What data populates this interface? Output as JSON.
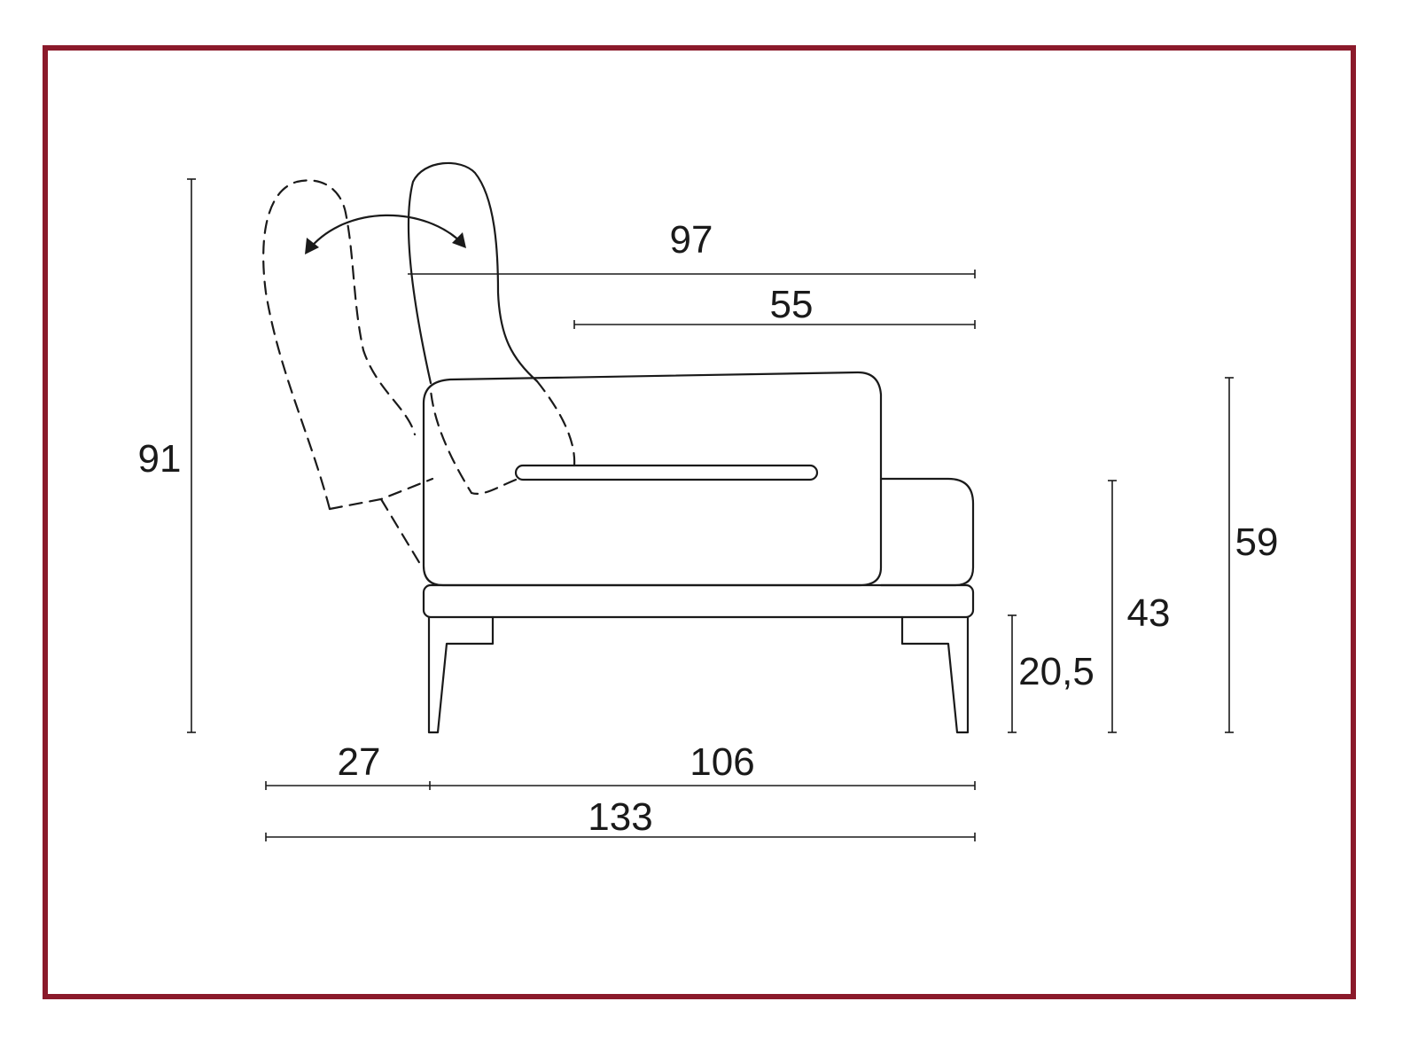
{
  "diagram": {
    "frame_color": "#8b1a2b",
    "line_color": "#1a1a1a",
    "dimensions": {
      "total_height": "91",
      "headrest_depth": "97",
      "seat_depth": "55",
      "armrest_height": "59",
      "seat_height": "43",
      "leg_height": "20,5",
      "headrest_offset": "27",
      "body_width": "106",
      "total_width": "133"
    }
  }
}
